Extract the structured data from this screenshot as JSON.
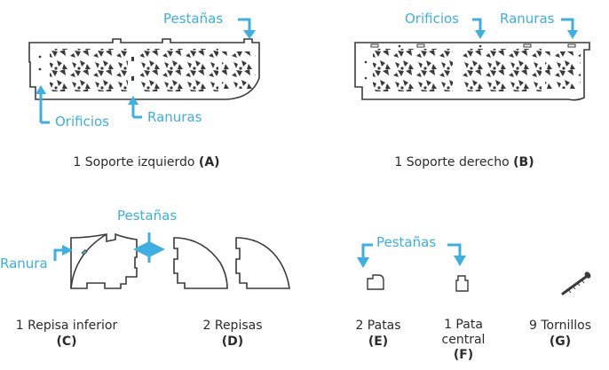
{
  "callouts": {
    "a_tabs": "Pestañas",
    "a_holes": "Orificios",
    "a_slots": "Ranuras",
    "b_holes": "Orificios",
    "b_slots": "Ranuras",
    "c_slot": "Ranura",
    "cd_tabs": "Pestañas",
    "e_tabs": "Pestañas"
  },
  "parts": {
    "a": {
      "label": "1 Soporte izquierdo",
      "code": "(A)"
    },
    "b": {
      "label": "1 Soporte derecho",
      "code": "(B)"
    },
    "c": {
      "label": "1 Repisa inferior",
      "code": "(C)"
    },
    "d": {
      "label": "2 Repisas",
      "code": "(D)"
    },
    "e": {
      "label": "2 Patas",
      "code": "(E)"
    },
    "f": {
      "label": "1 Pata central",
      "code": "(F)"
    },
    "g": {
      "label": "9 Tornillos",
      "code": "(G)"
    }
  },
  "colors": {
    "callout": "#3dafe0",
    "line": "#3a3a3a",
    "text": "#2b2b2b"
  }
}
